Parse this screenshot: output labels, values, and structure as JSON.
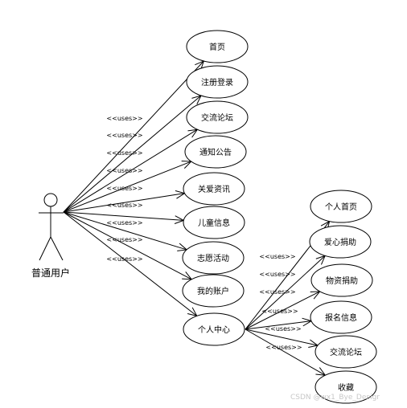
{
  "actor": {
    "name": "普通用户"
  },
  "stereotype": "<<uses>>",
  "use_cases_main": [
    "首页",
    "注册登录",
    "交流论坛",
    "通知公告",
    "关爱资讯",
    "儿童信息",
    "志愿活动",
    "我的账户",
    "个人中心"
  ],
  "use_cases_personal": [
    "个人首页",
    "爱心捐助",
    "物资捐助",
    "报名信息",
    "交流论坛",
    "收藏"
  ],
  "watermark": "CSDN @wx1_Bye_Desigr"
}
